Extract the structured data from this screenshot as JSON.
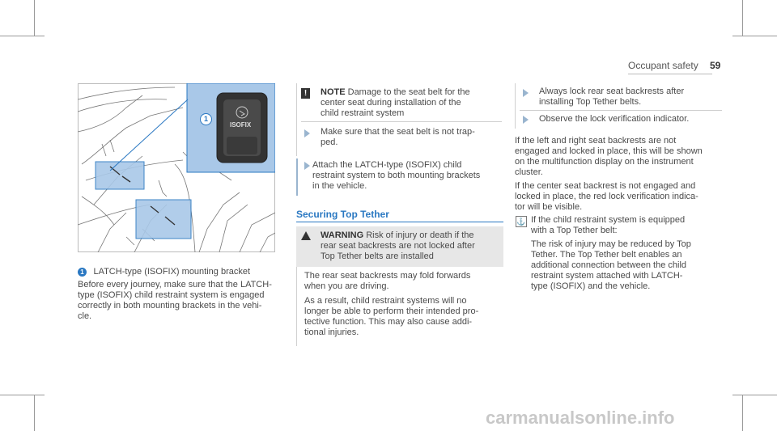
{
  "header": {
    "section": "Occupant safety",
    "page_number": "59"
  },
  "figure": {
    "callout_number": "1",
    "isofix_label": "ISOFIX",
    "caption_number": "1",
    "caption_text": "LATCH-type (ISOFIX) mounting bracket"
  },
  "col1": {
    "para_lines": [
      "Before every journey, make sure that the LATCH-",
      "type (ISOFIX) child restraint system is engaged",
      "correctly in both mounting brackets in the vehi-",
      "cle."
    ]
  },
  "col2": {
    "note_label": "NOTE",
    "note_lines": [
      "Damage to the seat belt for the",
      "center seat during installation of the",
      "child restraint system"
    ],
    "note_step_lines": [
      "Make sure that the seat belt is not trap-",
      "ped."
    ],
    "step_lines": [
      "Attach the LATCH-type (ISOFIX) child",
      "restraint system to both mounting brackets",
      "in the vehicle."
    ],
    "section_title": "Securing Top Tether",
    "warning_label": "WARNING",
    "warning_head_lines": [
      "Risk of injury or death if the",
      "rear seat backrests are not locked after",
      "Top Tether belts are installed"
    ],
    "warning_p1_lines": [
      "The rear seat backrests may fold forwards",
      "when you are driving."
    ],
    "warning_p2_lines": [
      "As a result, child restraint systems will no",
      "longer be able to perform their intended pro-",
      "tective function. This may also cause addi-",
      "tional injuries."
    ]
  },
  "col3": {
    "step1_lines": [
      "Always lock rear seat backrests after",
      "installing Top Tether belts."
    ],
    "step2_lines": [
      "Observe the lock verification indicator."
    ],
    "para1_lines": [
      "If the left and right seat backrests are not",
      "engaged and locked in place, this will be shown",
      "on the multifunction display on the instrument",
      "cluster."
    ],
    "para2_lines": [
      "If the center seat backrest is not engaged and",
      "locked in place, the red lock verification indica-",
      "tor will be visible."
    ],
    "tip_lines": [
      "If the child restraint system is equipped",
      "with a Top Tether belt:"
    ],
    "tip_detail_lines": [
      "The risk of injury may be reduced by Top",
      "Tether. The Top Tether belt enables an",
      "additional connection between the child",
      "restraint system attached with LATCH-",
      "type (ISOFIX) and the vehicle."
    ]
  },
  "footer": {
    "watermark": "carmanualsonline.info"
  },
  "colors": {
    "accent": "#2a78c2",
    "highlight": "#a9c8e8",
    "warning_bg": "#e7e7e7"
  }
}
